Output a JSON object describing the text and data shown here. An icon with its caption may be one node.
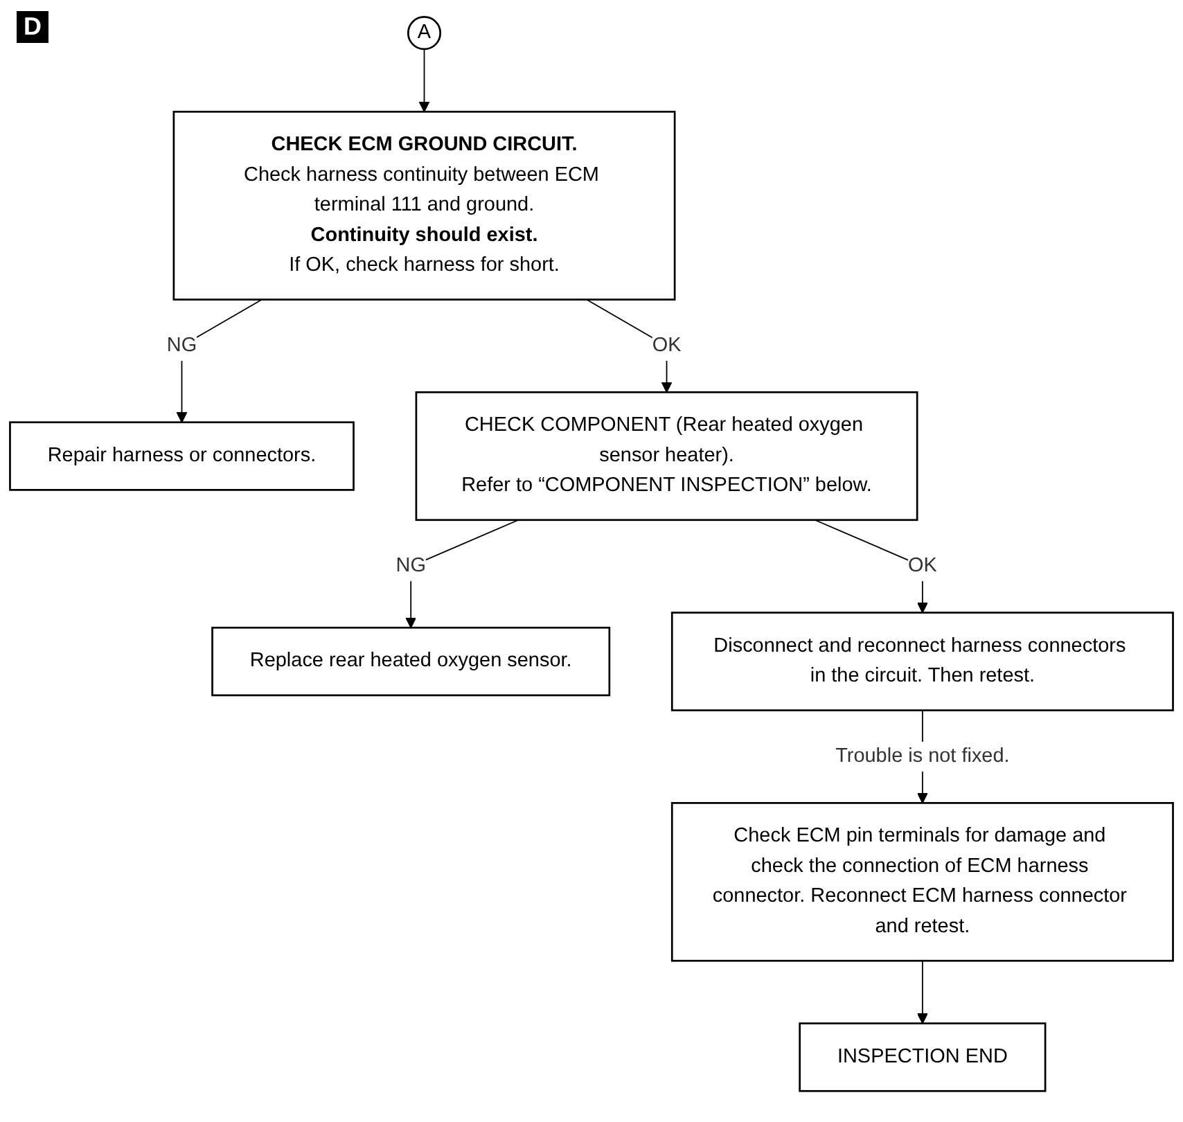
{
  "diagram": {
    "nodes": [
      {
        "text": [
          "A"
        ]
      },
      {
        "text": [
          "CHECK ECM GROUND CIRCUIT.",
          "Check harness continuity between ECM terminal 111 and ground.",
          "Continuity should exist.",
          "If OK, check harness for short."
        ]
      },
      {
        "text": [
          "Repair harness or connectors."
        ]
      },
      {
        "text": [
          "CHECK COMPONENT (Rear heated oxygen sensor heater).",
          "Refer to “COMPONENT INSPECTION” below."
        ]
      },
      {
        "text": [
          "Replace rear heated oxygen sensor."
        ]
      },
      {
        "text": [
          "Disconnect and reconnect harness connectors in the circuit. Then retest."
        ]
      },
      {
        "text": [
          "Check ECM pin terminals for damage and check the connection of ECM harness connector. Reconnect ECM harness connector and retest."
        ]
      },
      {
        "text": [
          "INSPECTION END"
        ]
      }
    ],
    "edges": [
      {
        "from": 0,
        "to": 1,
        "arrow": "to"
      },
      {
        "from": 1,
        "to": 2,
        "arrow": "to",
        "label": "NG"
      },
      {
        "from": 1,
        "to": 3,
        "arrow": "to",
        "label": "OK"
      },
      {
        "from": 3,
        "to": 4,
        "arrow": "to",
        "label": "NG"
      },
      {
        "from": 3,
        "to": 5,
        "arrow": "to",
        "label": "OK"
      },
      {
        "from": 5,
        "to": 6,
        "arrow": "to",
        "label": "Trouble is not fixed."
      },
      {
        "from": 6,
        "to": 7,
        "arrow": "to"
      }
    ],
    "labels": [
      "D"
    ]
  }
}
